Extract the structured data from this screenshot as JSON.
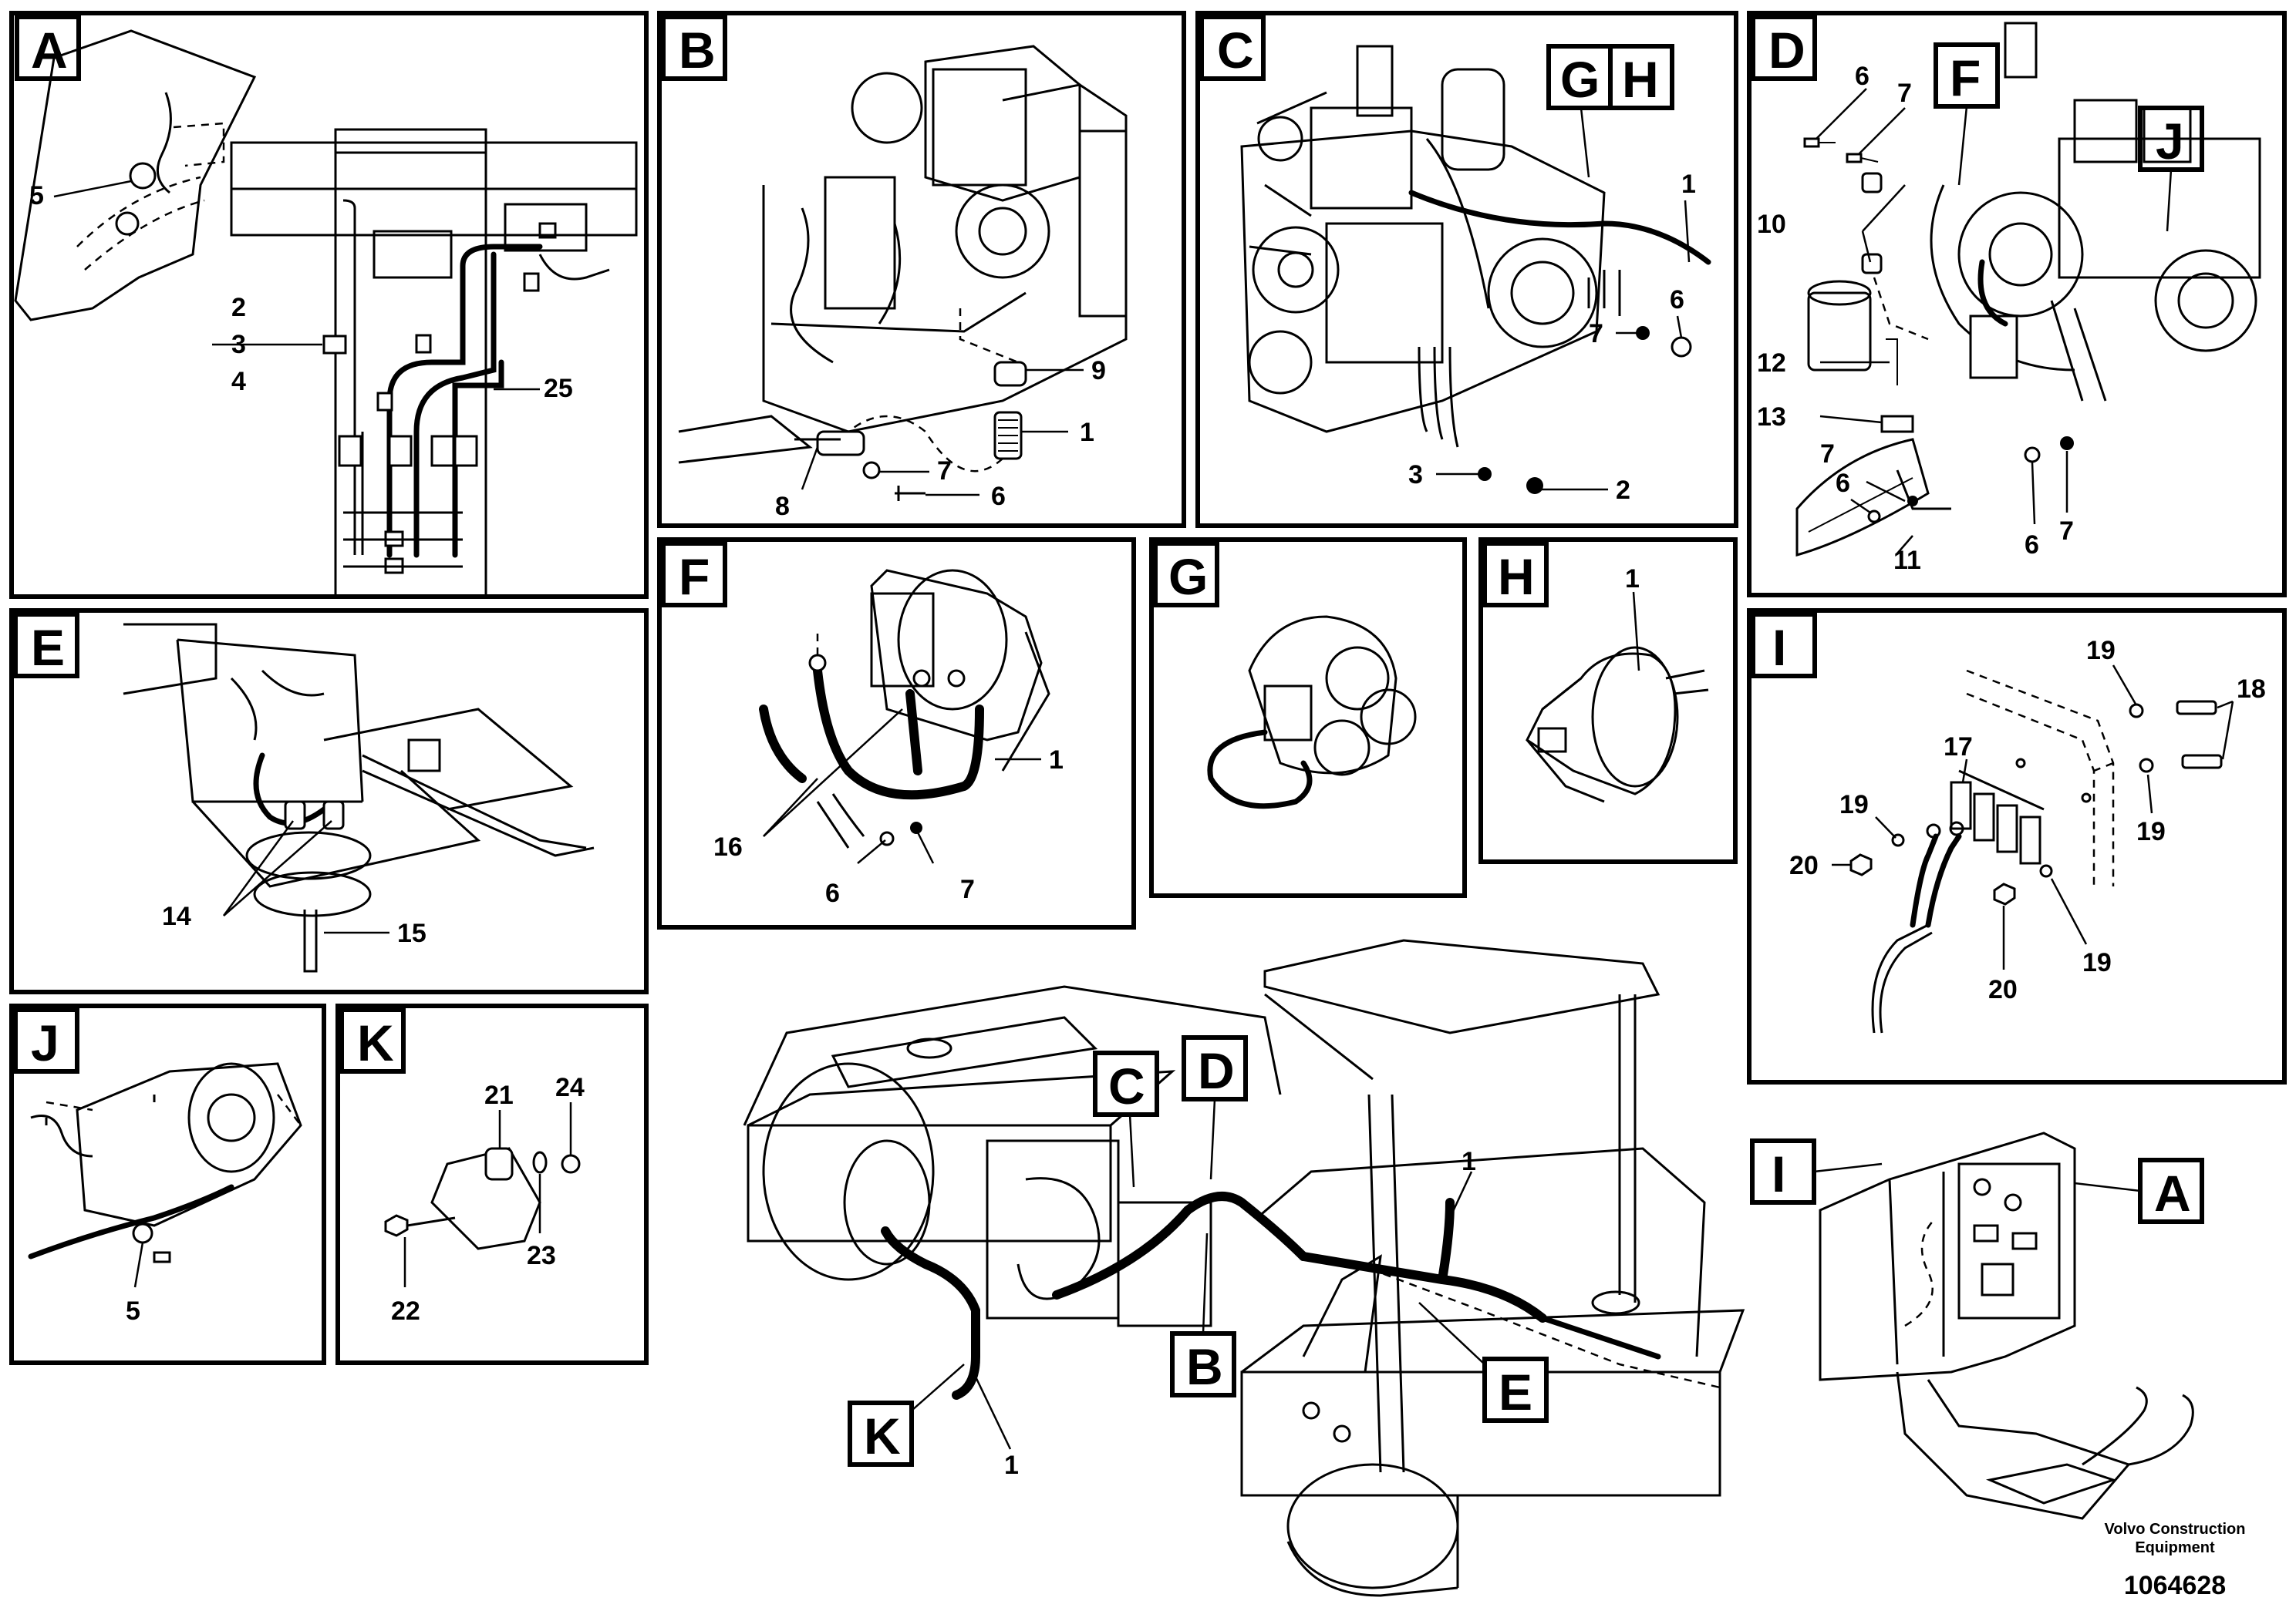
{
  "panels": {
    "A": {
      "tag": "A",
      "callouts": [
        "5",
        "2",
        "3",
        "4",
        "25"
      ]
    },
    "B": {
      "tag": "B",
      "callouts": [
        "9",
        "1",
        "7",
        "8",
        "6"
      ]
    },
    "C": {
      "tag": "C",
      "subtags": [
        "G",
        "H"
      ],
      "callouts": [
        "1",
        "6",
        "7",
        "3",
        "2"
      ]
    },
    "D": {
      "tag": "D",
      "subtags": [
        "F",
        "J"
      ],
      "callouts": [
        "6",
        "7",
        "10",
        "12",
        "13",
        "7",
        "6",
        "11",
        "6",
        "7"
      ]
    },
    "E": {
      "tag": "E",
      "callouts": [
        "14",
        "15"
      ]
    },
    "F": {
      "tag": "F",
      "callouts": [
        "1",
        "16",
        "6",
        "7"
      ]
    },
    "G": {
      "tag": "G"
    },
    "H": {
      "tag": "H",
      "callouts": [
        "1"
      ]
    },
    "I": {
      "tag": "I",
      "callouts": [
        "19",
        "18",
        "17",
        "19",
        "20",
        "19",
        "19",
        "20"
      ]
    },
    "J": {
      "tag": "J",
      "callouts": [
        "5"
      ]
    },
    "K": {
      "tag": "K",
      "callouts": [
        "21",
        "24",
        "23",
        "22"
      ]
    }
  },
  "overview": {
    "tags": [
      "C",
      "D",
      "B",
      "E",
      "K",
      "I",
      "A"
    ],
    "callouts": [
      "1",
      "1"
    ]
  },
  "footer": {
    "brand_line1": "Volvo Construction",
    "brand_line2": "Equipment",
    "part_number": "1064628"
  }
}
